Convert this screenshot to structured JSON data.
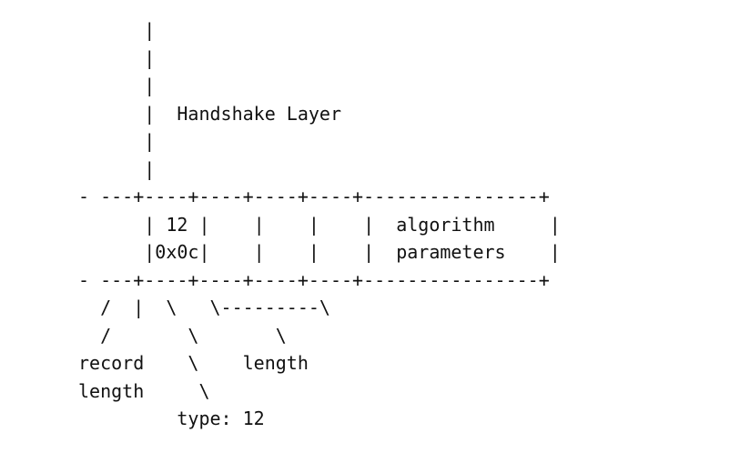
{
  "diagram": {
    "lines": [
      "      |",
      "      |",
      "      |",
      "      |  Handshake Layer",
      "      |",
      "      |",
      "- ---+----+----+----+----+----------------+",
      "      | 12 |    |    |    |  algorithm     |",
      "      |0x0c|    |    |    |  parameters    |",
      "- ---+----+----+----+----+----------------+",
      "  /  |  \\   \\---------\\",
      "  /       \\       \\",
      "record    \\    length",
      "length     \\",
      "         type: 12"
    ]
  }
}
